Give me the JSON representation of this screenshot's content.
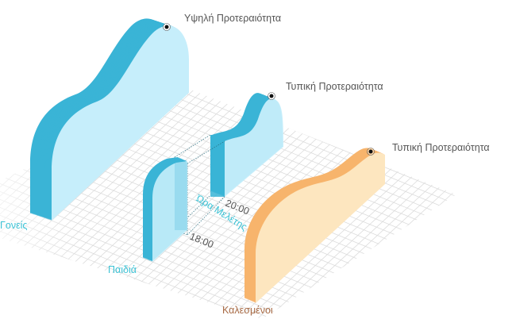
{
  "colors": {
    "teal_dark": "#3ab4d6",
    "teal_light": "#c6eefb",
    "orange_dark": "#f7b46c",
    "orange_light": "#fde6bf",
    "label_teal": "#3cc3d6",
    "label_brown": "#a86a44",
    "label_gray": "#555555",
    "grid": "#dcdcdc"
  },
  "groups": {
    "parents": "Γονείς",
    "children": "Παιδιά",
    "guests": "Καλεσμένοι"
  },
  "priorities": {
    "parents": "Υψηλή Προτεραιότητα",
    "children": "Τυπική Προτεραιότητα",
    "guests": "Τυπική Προτεραιότητα"
  },
  "study": {
    "label": "Ώρα Μελέτης",
    "start": "18:00",
    "end": "20:00"
  }
}
